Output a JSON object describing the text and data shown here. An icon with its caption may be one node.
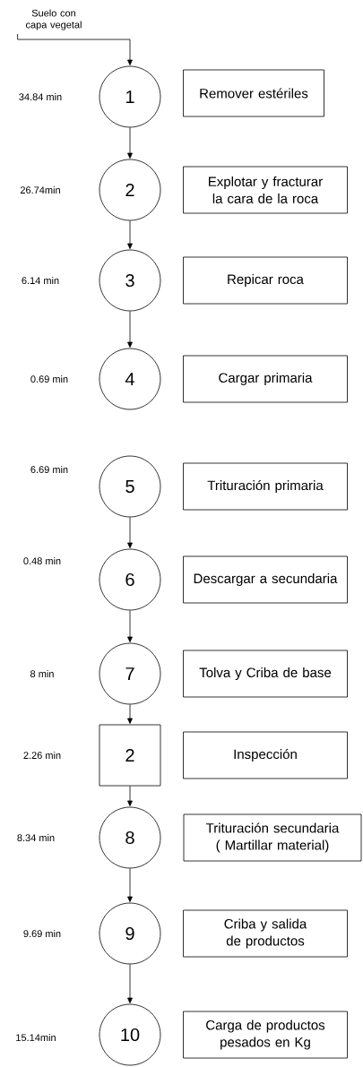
{
  "diagram": {
    "nodes": [
      {
        "text": [
          "Suelo con capa vegetal"
        ]
      },
      {
        "text": [
          "1"
        ]
      },
      {
        "text": [
          "Remover estériles"
        ]
      },
      {
        "text": [
          "2"
        ]
      },
      {
        "text": [
          "Explotar y fracturar la cara de la roca"
        ]
      },
      {
        "text": [
          "3"
        ]
      },
      {
        "text": [
          "Repicar roca"
        ]
      },
      {
        "text": [
          "4"
        ]
      },
      {
        "text": [
          "Cargar primaria"
        ]
      },
      {
        "text": [
          "5"
        ]
      },
      {
        "text": [
          "Trituración primaria"
        ]
      },
      {
        "text": [
          "6"
        ]
      },
      {
        "text": [
          "Descargar a secundaria"
        ]
      },
      {
        "text": [
          "7"
        ]
      },
      {
        "text": [
          "Tolva y Criba de base"
        ]
      },
      {
        "text": [
          "2"
        ]
      },
      {
        "text": [
          "Inspección"
        ]
      },
      {
        "text": [
          "8"
        ]
      },
      {
        "text": [
          "Trituración secundaria ( Martillar material)"
        ]
      },
      {
        "text": [
          "9"
        ]
      },
      {
        "text": [
          "Criba y salida de productos"
        ]
      },
      {
        "text": [
          "10"
        ]
      },
      {
        "text": [
          "Carga de productos pesados en Kg"
        ]
      }
    ],
    "edges": [
      {
        "from": 0,
        "to": 1,
        "arrow": "to"
      },
      {
        "from": 1,
        "to": 3,
        "arrow": "to"
      },
      {
        "from": 3,
        "to": 5,
        "arrow": "to"
      },
      {
        "from": 5,
        "to": 7,
        "arrow": "to"
      },
      {
        "from": 9,
        "to": 11,
        "arrow": "to"
      },
      {
        "from": 11,
        "to": 13,
        "arrow": "to"
      },
      {
        "from": 13,
        "to": 15,
        "arrow": "to"
      },
      {
        "from": 15,
        "to": 17,
        "arrow": "to"
      },
      {
        "from": 17,
        "to": 19,
        "arrow": "to"
      },
      {
        "from": 19,
        "to": 21,
        "arrow": "to"
      }
    ],
    "labels": [
      "34.84 min",
      "26.74min",
      "6.14 min",
      "0.69 min",
      "6.69 min",
      "0.48 min",
      "8 min",
      "2.26 min",
      "8.34 min",
      "9.69 min",
      "15.14min"
    ]
  }
}
